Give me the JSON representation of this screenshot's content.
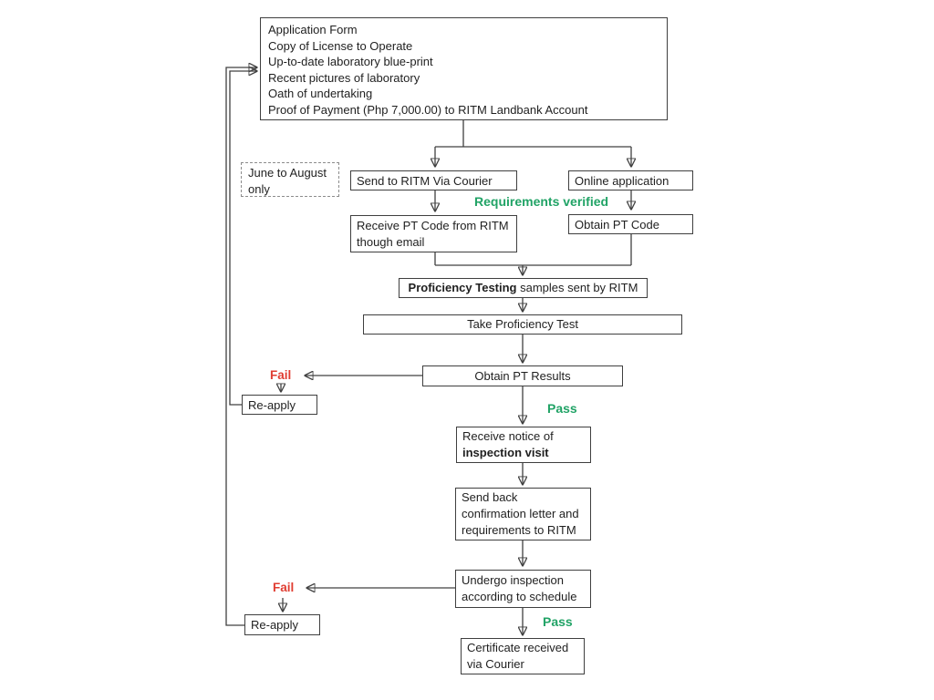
{
  "colors": {
    "pass_green": "#21a366",
    "fail_red": "#e03c31",
    "box_border": "#3f3f3f",
    "connector": "#404040",
    "background": "#ffffff"
  },
  "nodes": {
    "requirements_box": {
      "lines": [
        "Application Form",
        "Copy of License to Operate",
        "Up-to-date laboratory blue-print",
        "Recent pictures of laboratory",
        "Oath of undertaking",
        "Proof of Payment (Php 7,000.00)  to RITM Landbank Account"
      ]
    },
    "june_note": {
      "line1": "June to August",
      "line2": "only"
    },
    "send_courier": {
      "label": "Send to RITM Via Courier"
    },
    "online_application": {
      "label": "Online application"
    },
    "requirements_verified": {
      "label": "Requirements verified"
    },
    "receive_pt_code": {
      "line1": "Receive PT Code from RITM",
      "line2": "though email"
    },
    "obtain_pt_code": {
      "label": "Obtain PT Code"
    },
    "pt_samples": {
      "bold": "Proficiency Testing",
      "rest": " samples sent by RITM"
    },
    "take_pt": {
      "label": "Take Proficiency Test"
    },
    "obtain_pt_results": {
      "label": "Obtain PT Results"
    },
    "fail_1": {
      "label": "Fail"
    },
    "reapply_1": {
      "label": "Re-apply"
    },
    "pass_1": {
      "label": "Pass"
    },
    "receive_notice": {
      "line1": "Receive notice of",
      "line2": "inspection visit"
    },
    "send_back": {
      "line1": "Send back",
      "line2": "confirmation letter and",
      "line3": "requirements  to RITM"
    },
    "undergo_inspection": {
      "line1": "Undergo inspection",
      "line2": "according to schedule"
    },
    "fail_2": {
      "label": "Fail"
    },
    "reapply_2": {
      "label": "Re-apply"
    },
    "pass_2": {
      "label": "Pass"
    },
    "certificate": {
      "line1": "Certificate received",
      "line2": "via Courier"
    }
  }
}
